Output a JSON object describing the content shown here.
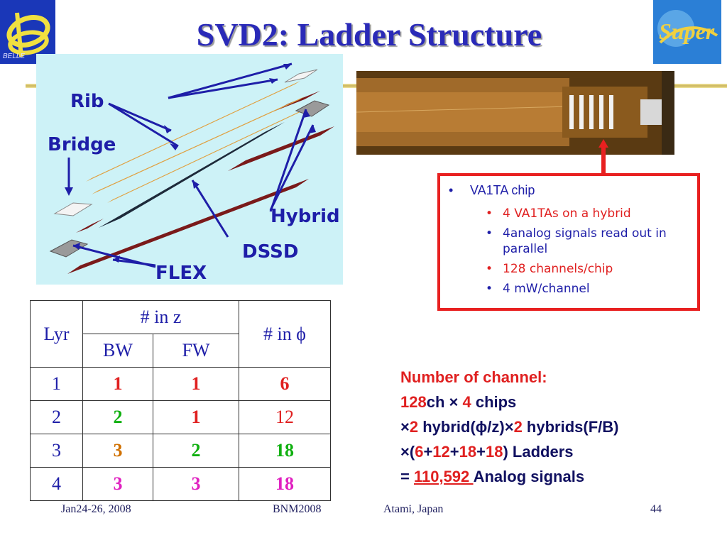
{
  "title": "SVD2: Ladder Structure",
  "logos": {
    "left_text": "BELLE",
    "right_text": "Super"
  },
  "illustration": {
    "labels": {
      "rib": "Rib",
      "bridge": "Bridge",
      "hybrid": "Hybrid",
      "dssd": "DSSD",
      "flex": "FLEX"
    }
  },
  "info_box": {
    "bullet": "•",
    "main": "VA1TA chip",
    "items": [
      {
        "text": "4 VA1TAs on a hybrid",
        "color": "#e02020"
      },
      {
        "text": "4analog signals read out in parallel",
        "color": "#1e1ea8"
      },
      {
        "text": "128 channels/chip",
        "color": "#e02020"
      },
      {
        "text": "4 mW/channel",
        "color": "#1e1ea8"
      }
    ]
  },
  "table": {
    "headers": {
      "lyr": "Lyr",
      "in_z": "# in z",
      "in_phi": "# in ϕ",
      "bw": "BW",
      "fw": "FW"
    },
    "rows": [
      {
        "lyr": "1",
        "bw": "1",
        "fw": "1",
        "phi": "6"
      },
      {
        "lyr": "2",
        "bw": "2",
        "fw": "1",
        "phi": "12"
      },
      {
        "lyr": "3",
        "bw": "3",
        "fw": "2",
        "phi": "18"
      },
      {
        "lyr": "4",
        "bw": "3",
        "fw": "3",
        "phi": "18"
      }
    ]
  },
  "channel_calc": {
    "heading": "Number of channel:",
    "line1": {
      "a": "128",
      "b": "ch × ",
      "c": "4",
      "d": " chips"
    },
    "line2": {
      "a": "×",
      "b": "2",
      "c": " hybrid(ϕ/z)×",
      "d": "2",
      "e": " hybrids(F/B)"
    },
    "line3": {
      "a": "×(",
      "b": "6",
      "c": "+",
      "d": "12",
      "e": "+",
      "f": "18",
      "g": "+",
      "h": "18",
      "i": ") Ladders"
    },
    "line4": {
      "a": "= ",
      "b": "110,592 ",
      "c": "Analog  signals"
    }
  },
  "footer": {
    "date": "Jan24-26, 2008",
    "conference": "BNM2008",
    "location": "Atami, Japan",
    "page": "44"
  }
}
